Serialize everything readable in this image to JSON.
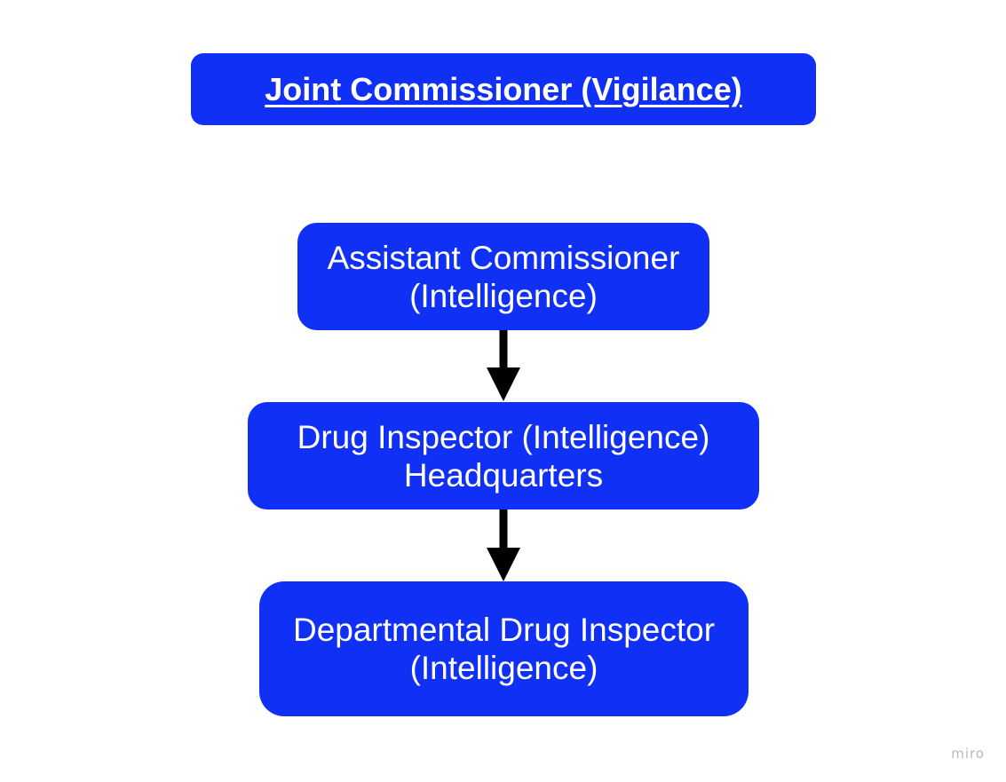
{
  "diagram": {
    "nodes": [
      {
        "id": "joint-commissioner",
        "lines": [
          "Joint Commissioner (Vigilance)"
        ]
      },
      {
        "id": "assistant-commissioner",
        "lines": [
          "Assistant Commissioner",
          "(Intelligence)"
        ]
      },
      {
        "id": "drug-inspector-hq",
        "lines": [
          "Drug Inspector (Intelligence)",
          "Headquarters"
        ]
      },
      {
        "id": "departmental-drug-inspector",
        "lines": [
          "Departmental Drug Inspector",
          "(Intelligence)"
        ]
      }
    ],
    "edges": [
      {
        "from": "assistant-commissioner",
        "to": "drug-inspector-hq"
      },
      {
        "from": "drug-inspector-hq",
        "to": "departmental-drug-inspector"
      }
    ]
  },
  "colors": {
    "node_fill": "#1130f5",
    "node_text": "#ffffff",
    "arrow": "#000000",
    "watermark": "#b8b8b8"
  },
  "watermark": {
    "text": "miro"
  }
}
